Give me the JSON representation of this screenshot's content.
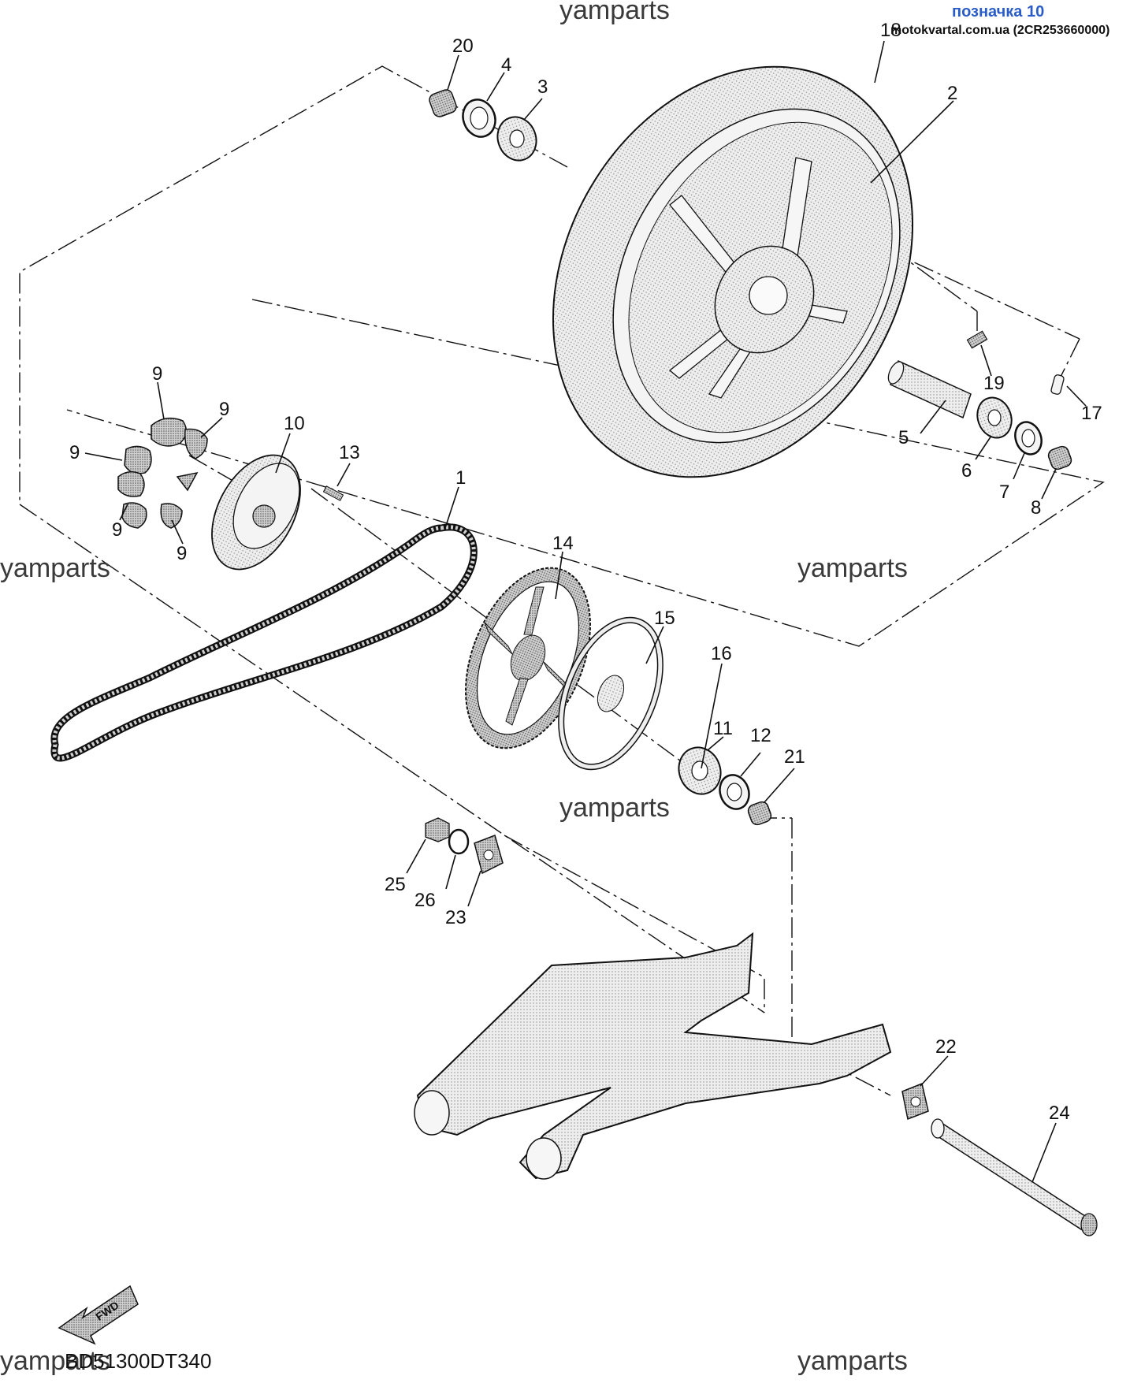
{
  "header": {
    "badge": "позначка 10",
    "shop": "motokvartal.com.ua (2CR253660000)"
  },
  "watermarks": [
    "yamparts",
    "yamparts",
    "yamparts",
    "yamparts",
    "yamparts",
    "yamparts"
  ],
  "diagram_code": "BD51300DT340",
  "fwd_label": "FWD",
  "colors": {
    "part_fill": "#e6e6e6",
    "part_stroke": "#1a1a1a",
    "badge": "#2a5cc8"
  },
  "callouts": [
    "20",
    "4",
    "3",
    "18",
    "2",
    "19",
    "17",
    "5",
    "6",
    "7",
    "8",
    "9",
    "9",
    "9",
    "9",
    "9",
    "10",
    "13",
    "1",
    "14",
    "15",
    "16",
    "11",
    "12",
    "21",
    "25",
    "26",
    "23",
    "22",
    "24"
  ]
}
